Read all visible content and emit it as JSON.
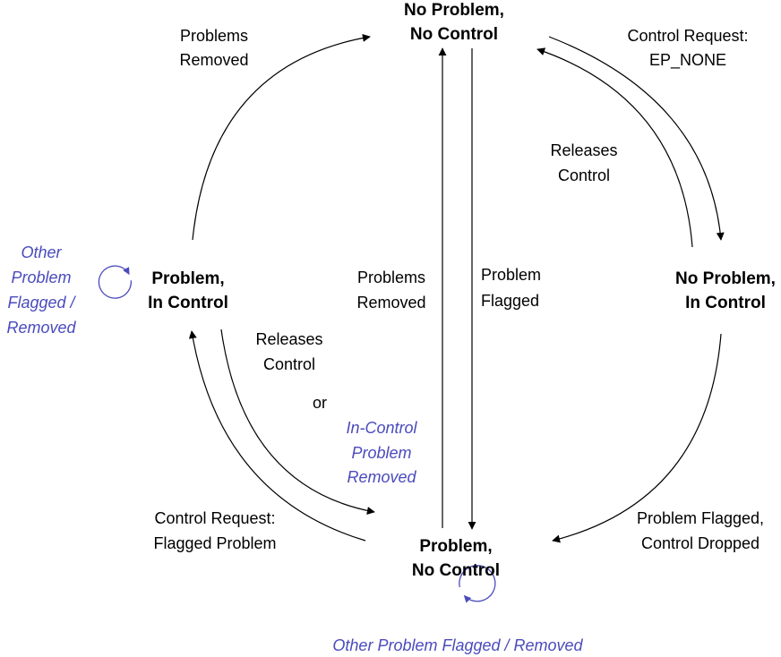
{
  "colors": {
    "line": "#000000",
    "accent": "#4b4bbd"
  },
  "states": {
    "top": [
      "No Problem,",
      "No Control"
    ],
    "left": [
      "Problem,",
      "In Control"
    ],
    "right": [
      "No Problem,",
      "In Control"
    ],
    "bottom": [
      "Problem,",
      "No Control"
    ]
  },
  "labels": {
    "problems_removed_top_left": [
      "Problems",
      "Removed"
    ],
    "control_request_none": [
      "Control Request:",
      "EP_NONE"
    ],
    "releases_control_right": [
      "Releases",
      "Control"
    ],
    "problems_removed_center": [
      "Problems",
      "Removed"
    ],
    "problem_flagged_center": [
      "Problem",
      "Flagged"
    ],
    "releases_control_left": [
      "Releases",
      "Control"
    ],
    "or": "or",
    "in_control_problem_removed": [
      "In-Control",
      "Problem",
      "Removed"
    ],
    "control_request_flagged": [
      "Control Request:",
      "Flagged Problem"
    ],
    "problem_flagged_dropped": [
      "Problem Flagged,",
      "Control Dropped"
    ],
    "left_self_loop": [
      "Other",
      "Problem",
      "Flagged /",
      "Removed"
    ],
    "bottom_self_loop": "Other Problem Flagged / Removed"
  }
}
